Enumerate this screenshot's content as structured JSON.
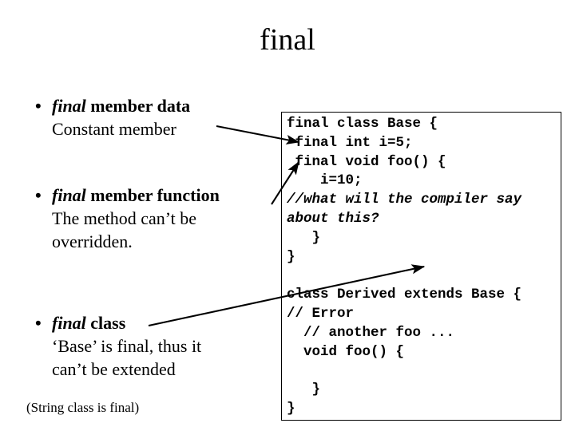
{
  "slide": {
    "title": "final",
    "footnote": "(String class is final)"
  },
  "bullets": [
    {
      "marker": "•",
      "keyword": "final",
      "head_rest": " member data",
      "sub_lines": [
        "Constant member"
      ]
    },
    {
      "marker": "•",
      "keyword": "final",
      "head_rest": " member function",
      "sub_lines": [
        "The method can’t be",
        "overridden."
      ]
    },
    {
      "marker": "•",
      "keyword": "final",
      "head_rest": " class",
      "sub_lines": [
        "‘Base’ is final, thus it",
        "can’t be extended"
      ]
    }
  ],
  "code_box": {
    "lines": [
      {
        "text": "final class Base {",
        "style": "code"
      },
      {
        "text": " final int i=5;",
        "style": "code"
      },
      {
        "text": " final void foo() {",
        "style": "code"
      },
      {
        "text": "    i=10;",
        "style": "code"
      },
      {
        "text": "//what will the compiler say",
        "style": "comment"
      },
      {
        "text": "about this?",
        "style": "comment"
      },
      {
        "text": "   }",
        "style": "code"
      },
      {
        "text": "}",
        "style": "code"
      },
      {
        "text": "",
        "style": "blank"
      },
      {
        "text": "class Derived extends Base {",
        "style": "code"
      },
      {
        "text": "// Error",
        "style": "code"
      },
      {
        "text": "  // another foo ...",
        "style": "code"
      },
      {
        "text": "  void foo() {",
        "style": "code"
      },
      {
        "text": "",
        "style": "blank"
      },
      {
        "text": "   }",
        "style": "code"
      },
      {
        "text": "}",
        "style": "code"
      }
    ]
  },
  "colors": {
    "ink": "#000000",
    "page": "#ffffff"
  }
}
